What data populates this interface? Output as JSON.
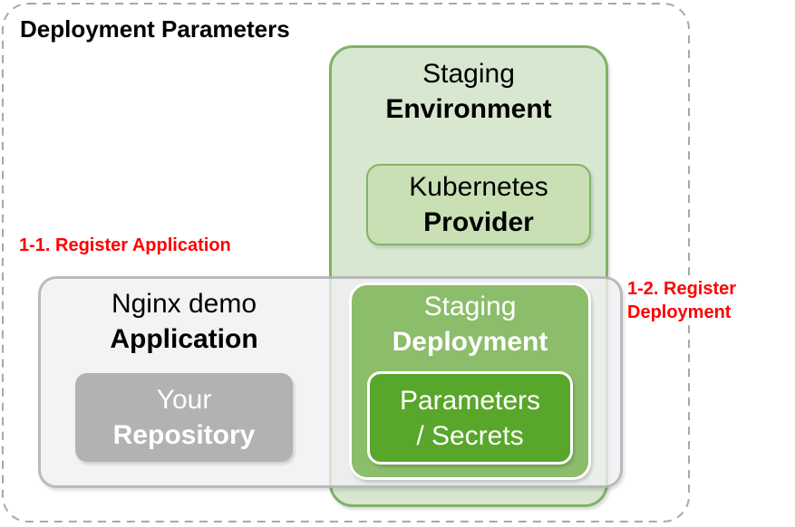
{
  "title": "Deployment Parameters",
  "boxes": {
    "environment": {
      "line1": "Staging",
      "line2": "Environment"
    },
    "provider": {
      "line1": "Kubernetes",
      "line2": "Provider"
    },
    "application": {
      "line1": "Nginx demo",
      "line2": "Application"
    },
    "repository": {
      "line1": "Your",
      "line2": "Repository"
    },
    "deployment": {
      "line1": "Staging",
      "line2": "Deployment"
    },
    "parameters": {
      "line1": "Parameters",
      "line2": "/ Secrets"
    }
  },
  "annotations": {
    "register_application": "1-1. Register Application",
    "register_deployment": {
      "line1": "1-2. Register",
      "line2": "Deployment"
    }
  },
  "colors": {
    "environment_fill": "#d8e8d0",
    "environment_border": "#7fb266",
    "provider_fill": "#c8e0b4",
    "provider_border": "#82b366",
    "deployment_fill": "#8cbd6a",
    "deployment_border": "#ffffff",
    "parameters_fill": "#58a62a",
    "parameters_border": "#ffffff",
    "application_fill": "#f2f2f4",
    "application_border": "#c4c4c7",
    "repository_fill": "#b2b2b2",
    "annotation_red": "#ff0000",
    "frame_dash": "#a8a8a8",
    "text_dark": "#000000",
    "text_light": "#ffffff"
  }
}
